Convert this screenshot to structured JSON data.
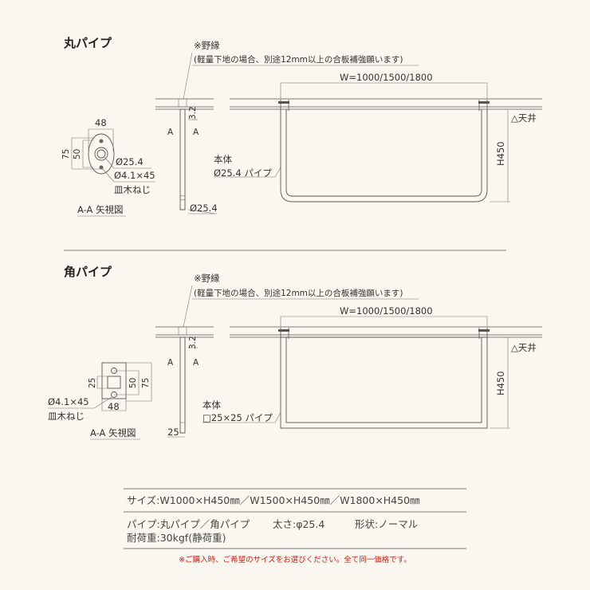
{
  "round": {
    "title": "丸パイプ",
    "nobuchi": "※野縁",
    "nobuchi_note": "(軽量下地の場合、別途12mm以上の合板補強願います)",
    "width_label": "W=1000/1500/1800",
    "ceiling": "△天井",
    "height": "H450",
    "body_label": "本体",
    "body_pipe": "Ø25.4 パイプ",
    "gap": "3.2",
    "section_mark": "A",
    "plate_w": "48",
    "plate_h": "75",
    "hole_pitch": "50",
    "pipe_dia": "Ø25.4",
    "screw": "Ø4.1×45",
    "screw_type": "皿木ねじ",
    "view": "A-A 矢視図",
    "side_dia": "Ø25.4"
  },
  "square": {
    "title": "角パイプ",
    "nobuchi": "※野縁",
    "nobuchi_note": "(軽量下地の場合、別途12mm以上の合板補強願います)",
    "width_label": "W=1000/1500/1800",
    "ceiling": "△天井",
    "height": "H450",
    "body_label": "本体",
    "body_pipe": "□25×25 パイプ",
    "gap": "3.2",
    "section_mark": "A",
    "plate_w": "48",
    "plate_h": "75",
    "hole_pitch": "50",
    "pipe_size": "25",
    "screw": "Ø4.1×45",
    "screw_type": "皿木ねじ",
    "view": "A-A 矢視図",
    "side_size": "25"
  },
  "specs": {
    "size": "サイズ:W1000×H450㎜／W1500×H450㎜／W1800×H450㎜",
    "pipe": "パイプ:丸パイプ／角パイプ",
    "thickness": "太さ:φ25.4",
    "shape": "形状:ノーマル",
    "load": "耐荷重:30kgf(静荷重)",
    "note": "※ご購入時、ご希望のサイズをお選びください。全て同一価格です。"
  }
}
